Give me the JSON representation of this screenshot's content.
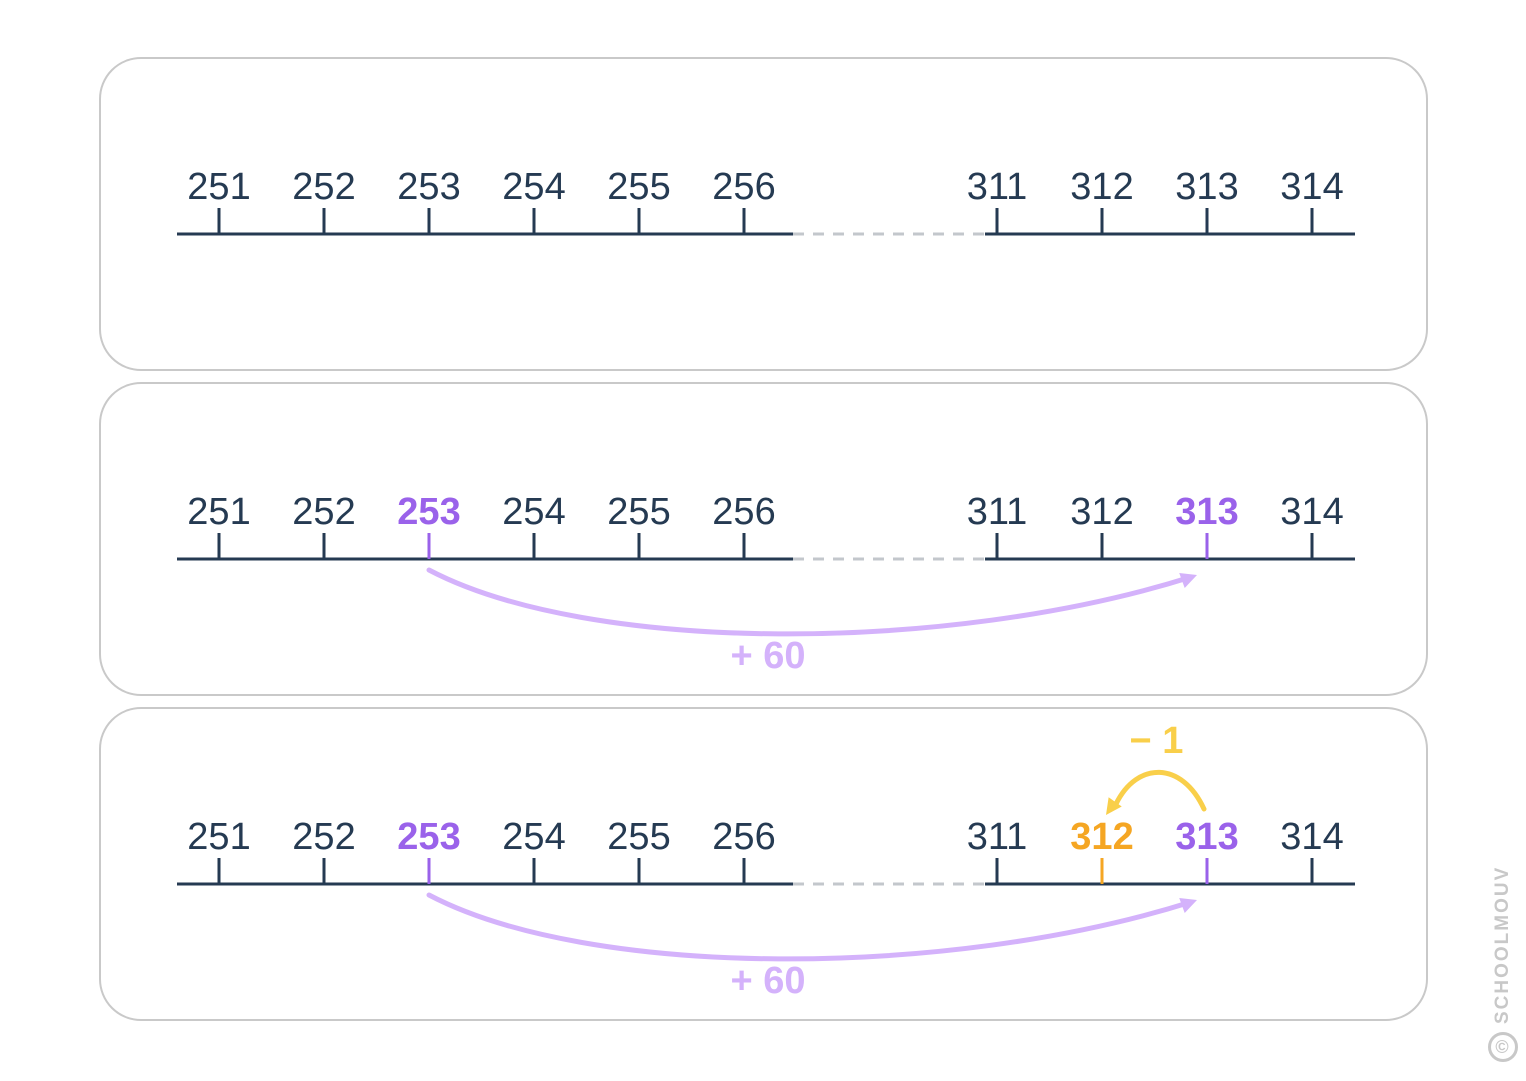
{
  "colors": {
    "line": "#253a52",
    "dash": "#c3c7cc",
    "purple_label": "#9a62ea",
    "purple_arrow": "#d4b2fb",
    "orange": "#f5a623",
    "yellow_arrow": "#f9cf4a"
  },
  "panels": [
    {
      "ticks": [
        {
          "label": "251"
        },
        {
          "label": "252"
        },
        {
          "label": "253"
        },
        {
          "label": "254"
        },
        {
          "label": "255"
        },
        {
          "label": "256"
        },
        {
          "label": "311"
        },
        {
          "label": "312"
        },
        {
          "label": "313"
        },
        {
          "label": "314"
        }
      ]
    },
    {
      "ticks": [
        {
          "label": "251"
        },
        {
          "label": "252"
        },
        {
          "label": "253",
          "highlight": "purple"
        },
        {
          "label": "254"
        },
        {
          "label": "255"
        },
        {
          "label": "256"
        },
        {
          "label": "311"
        },
        {
          "label": "312"
        },
        {
          "label": "313",
          "highlight": "purple"
        },
        {
          "label": "314"
        }
      ],
      "jump_big": {
        "label": "+ 60",
        "from": "253",
        "to": "313"
      }
    },
    {
      "ticks": [
        {
          "label": "251"
        },
        {
          "label": "252"
        },
        {
          "label": "253",
          "highlight": "purple"
        },
        {
          "label": "254"
        },
        {
          "label": "255"
        },
        {
          "label": "256"
        },
        {
          "label": "311"
        },
        {
          "label": "312",
          "highlight": "orange"
        },
        {
          "label": "313",
          "highlight": "purple"
        },
        {
          "label": "314"
        }
      ],
      "jump_big": {
        "label": "+ 60",
        "from": "253",
        "to": "313"
      },
      "jump_small": {
        "label": "− 1",
        "from": "313",
        "to": "312"
      }
    }
  ],
  "watermark": {
    "text": "SCHOOLMOUV",
    "icon": "copyright-icon"
  }
}
